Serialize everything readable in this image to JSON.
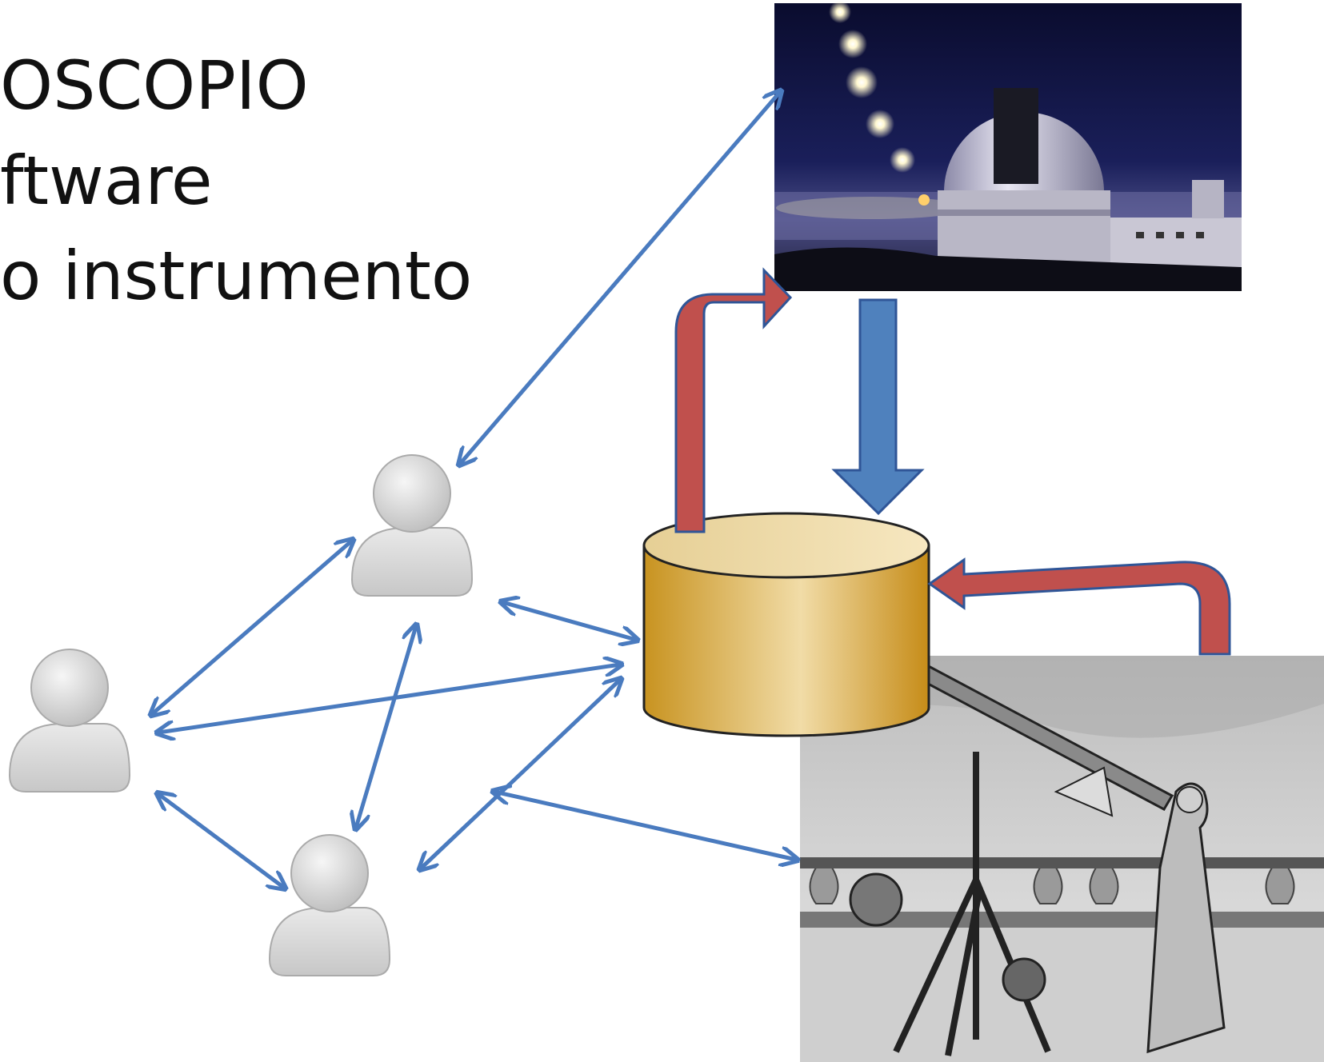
{
  "slide": {
    "lines": [
      "OSCOPIO",
      "ftware",
      "o instrumento"
    ]
  },
  "images": {
    "observatory": "observatory-photo",
    "engraving": "astronomer-engraving"
  },
  "colors": {
    "connector_blue": "#4a7bbf",
    "flow_red": "#c0504d",
    "flow_blue": "#4f81bd",
    "database_gold": "#d9a740",
    "user_gray": "#dcdcdc"
  }
}
